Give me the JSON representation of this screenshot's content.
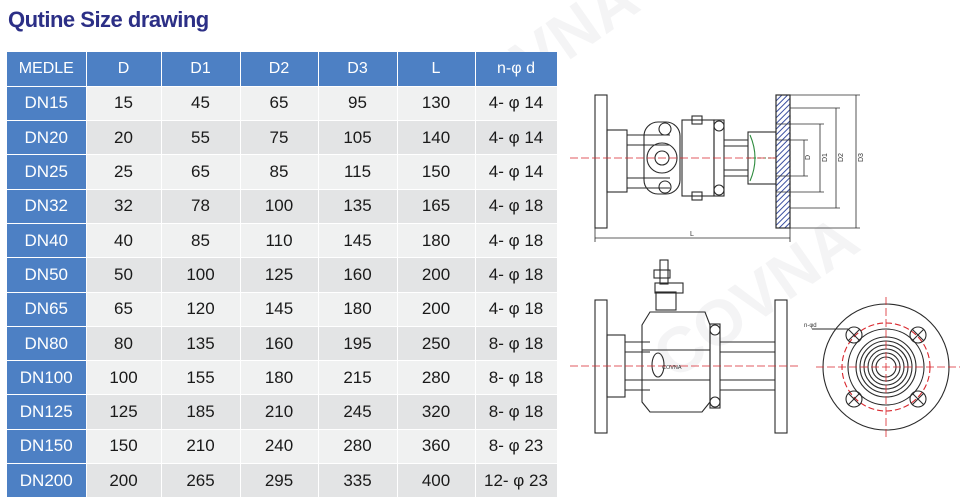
{
  "title": "Qutine Size drawing",
  "columns": [
    "MEDLE",
    "D",
    "D1",
    "D2",
    "D3",
    "L",
    "n-φ d"
  ],
  "rows": [
    [
      "DN15",
      "15",
      "45",
      "65",
      "95",
      "130",
      "4- φ 14"
    ],
    [
      "DN20",
      "20",
      "55",
      "75",
      "105",
      "140",
      "4- φ 14"
    ],
    [
      "DN25",
      "25",
      "65",
      "85",
      "115",
      "150",
      "4- φ 14"
    ],
    [
      "DN32",
      "32",
      "78",
      "100",
      "135",
      "165",
      "4- φ 18"
    ],
    [
      "DN40",
      "40",
      "85",
      "110",
      "145",
      "180",
      "4- φ 18"
    ],
    [
      "DN50",
      "50",
      "100",
      "125",
      "160",
      "200",
      "4- φ 18"
    ],
    [
      "DN65",
      "65",
      "120",
      "145",
      "180",
      "200",
      "4- φ 18"
    ],
    [
      "DN80",
      "80",
      "135",
      "160",
      "195",
      "250",
      "8- φ 18"
    ],
    [
      "DN100",
      "100",
      "155",
      "180",
      "215",
      "280",
      "8- φ 18"
    ],
    [
      "DN125",
      "125",
      "185",
      "210",
      "245",
      "320",
      "8- φ 18"
    ],
    [
      "DN150",
      "150",
      "210",
      "240",
      "280",
      "360",
      "8- φ 23"
    ],
    [
      "DN200",
      "200",
      "265",
      "295",
      "335",
      "400",
      "12- φ 23"
    ]
  ],
  "drawing_labels": {
    "d": "D",
    "d1": "D1",
    "d2": "D2",
    "d3": "D3",
    "l": "L",
    "nphid": "n-φd",
    "brand": "COVNA"
  },
  "watermark": "COVNA",
  "colors": {
    "title": "#2c2f86",
    "header_bg": "#4d80c4",
    "row_light": "#f0f1f1",
    "row_dark": "#e3e4e5",
    "line": "#2a2a2a",
    "red": "#d9262c",
    "blue_hatch": "#3a4fa0"
  }
}
